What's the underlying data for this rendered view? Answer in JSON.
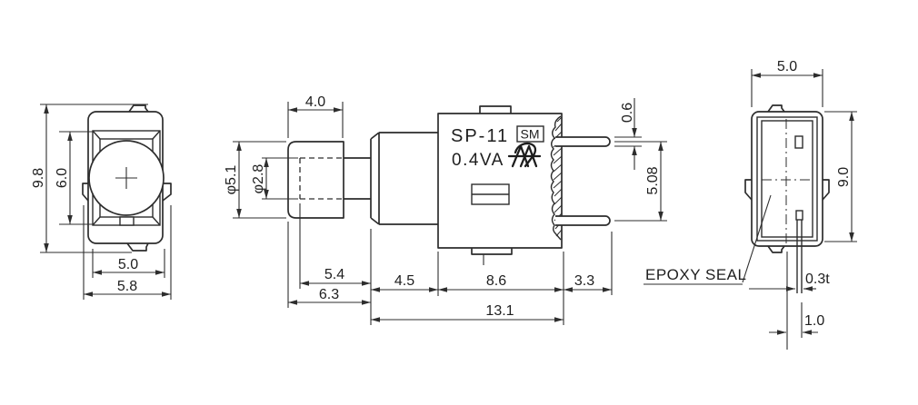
{
  "drawing": {
    "part_number": "SP-11",
    "badge": "SM",
    "rating": "0.4VA",
    "epoxy_seal_label": "EPOXY SEAL"
  },
  "front_view": {
    "dim_overall_height": "9.8",
    "dim_opening_height": "6.0",
    "dim_opening_width": "5.0",
    "dim_body_width": "5.8"
  },
  "side_view": {
    "dim_cap_width": "4.0",
    "dim_cap_diameter": "φ5.1",
    "dim_plunger_diameter": "φ2.8",
    "dim_cap_depth": "5.4",
    "dim_cap_overall_depth": "6.3",
    "dim_front_section_depth": "4.5",
    "dim_body_depth": "8.6",
    "dim_terminal_length": "3.3",
    "dim_overall_depth": "13.1",
    "dim_terminal_diameter": "0.6",
    "dim_terminal_pitch": "5.08"
  },
  "rear_view": {
    "dim_width": "5.0",
    "dim_height": "9.0",
    "dim_terminal_thickness": "0.3t",
    "dim_terminal_width": "1.0"
  }
}
